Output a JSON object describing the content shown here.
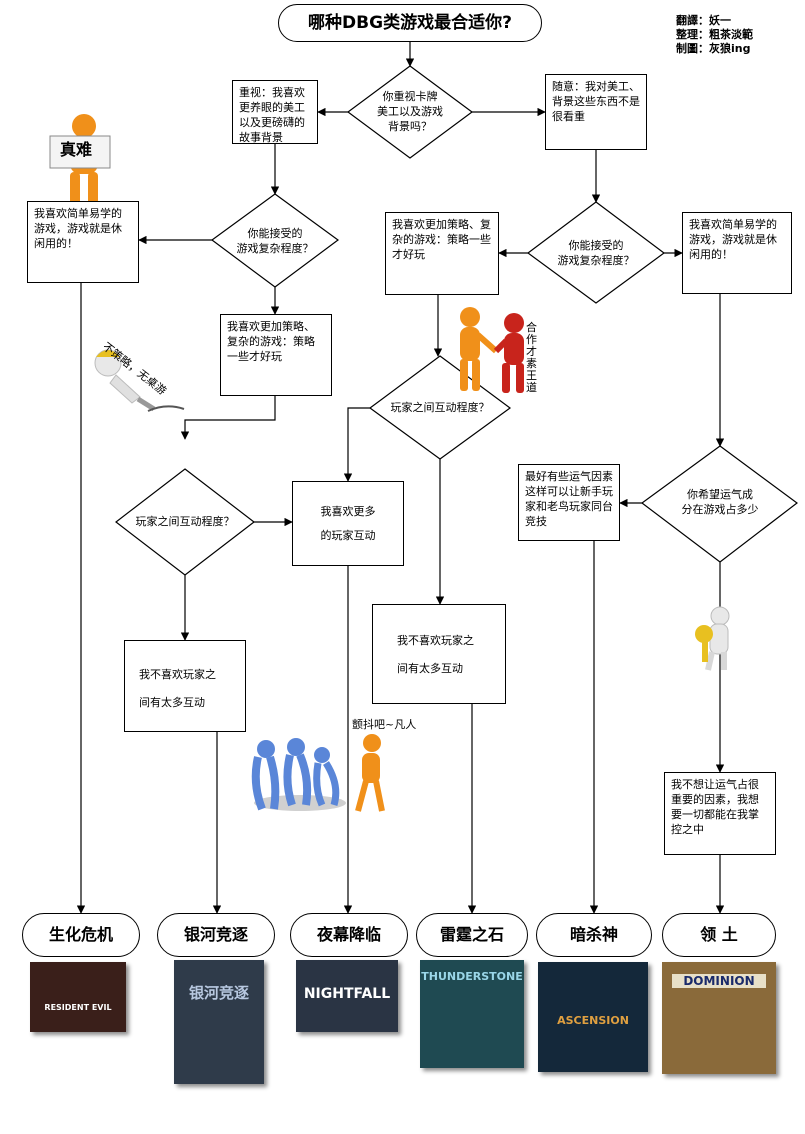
{
  "title": "哪种DBG类游戏最合适你?",
  "credits": {
    "translate": "翻譯：妖一",
    "organize": "整理：粗茶淡範",
    "draw": "制圖：灰狼ing"
  },
  "diamonds": {
    "d1": "你重视卡牌\n美工以及游戏\n背景吗？",
    "d2": "你能接受的\n游戏复杂程度？",
    "d3": "你能接受的\n游戏复杂程度？",
    "d4": "玩家之间互动程度？",
    "d5": "玩家之间互动程度？",
    "d6": "你希望运气成\n分在游戏占多少"
  },
  "boxes": {
    "b_heavy": "重视：我喜欢更养眼的美工以及更磅礴的故事背景",
    "b_casual": "随意：我对美工、背景这些东西不是很看重",
    "b_simple_left": "我喜欢简单易学的游戏，游戏就是休闲用的！",
    "b_strategy_mid": "我喜欢更加策略、复杂的游戏：策略一些才好玩",
    "b_strategy_right": "我喜欢更加策略、复杂的游戏：策略一些才好玩",
    "b_simple_right": "我喜欢简单易学的游戏，游戏就是休闲用的！",
    "b_more_interact": "我喜欢更多\n的玩家互动",
    "b_no_interact_left": "我不喜欢玩家之\n间有太多互动",
    "b_no_interact_mid": "我不喜欢玩家之\n间有太多互动",
    "b_luck": "最好有些运气因素这样可以让新手玩家和老鸟玩家同台竞技",
    "b_control": "我不想让运气占很重要的因素，我想要一切都能在我掌控之中"
  },
  "figures": {
    "hard_sign": "真难",
    "no_strategy": "不策略，无桌游",
    "cooperate": "合作才素王道",
    "tremble": "颤抖吧~凡人"
  },
  "games": [
    {
      "name": "生化危机",
      "cover": "RESIDENT EVIL",
      "color": "#3a1f1a"
    },
    {
      "name": "银河竞逐",
      "cover": "银河竞逐",
      "color": "#2f3b4a"
    },
    {
      "name": "夜幕降临",
      "cover": "NIGHTFALL",
      "color": "#2a3444"
    },
    {
      "name": "雷霆之石",
      "cover": "THUNDERSTONE",
      "color": "#1f4a52"
    },
    {
      "name": "暗杀神",
      "cover": "ASCENSION",
      "color": "#14283a"
    },
    {
      "name": "领  土",
      "cover": "DOMINION",
      "color": "#8a6a3a"
    }
  ],
  "colors": {
    "line": "#000000",
    "figure_white": "#e8e8e8",
    "figure_orange": "#f0901a",
    "figure_blue": "#5a86d8",
    "figure_red": "#c8241c",
    "figure_yellow": "#e8c020"
  }
}
